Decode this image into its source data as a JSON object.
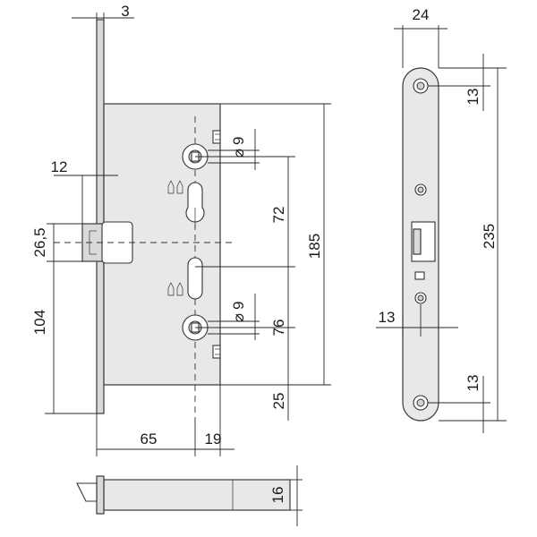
{
  "dimensions": {
    "d3": "3",
    "d24": "24",
    "d12": "12",
    "d26_5": "26,5",
    "d104": "104",
    "d9_top": "9",
    "d72": "72",
    "d185": "185",
    "d9_bottom": "9",
    "d76": "76",
    "d25": "25",
    "d65": "65",
    "d19": "19",
    "d13_top": "13",
    "d235": "235",
    "d13_mid": "13",
    "d13_bottom": "13",
    "d16": "16"
  },
  "symbols": {
    "diameter": "⌀"
  }
}
